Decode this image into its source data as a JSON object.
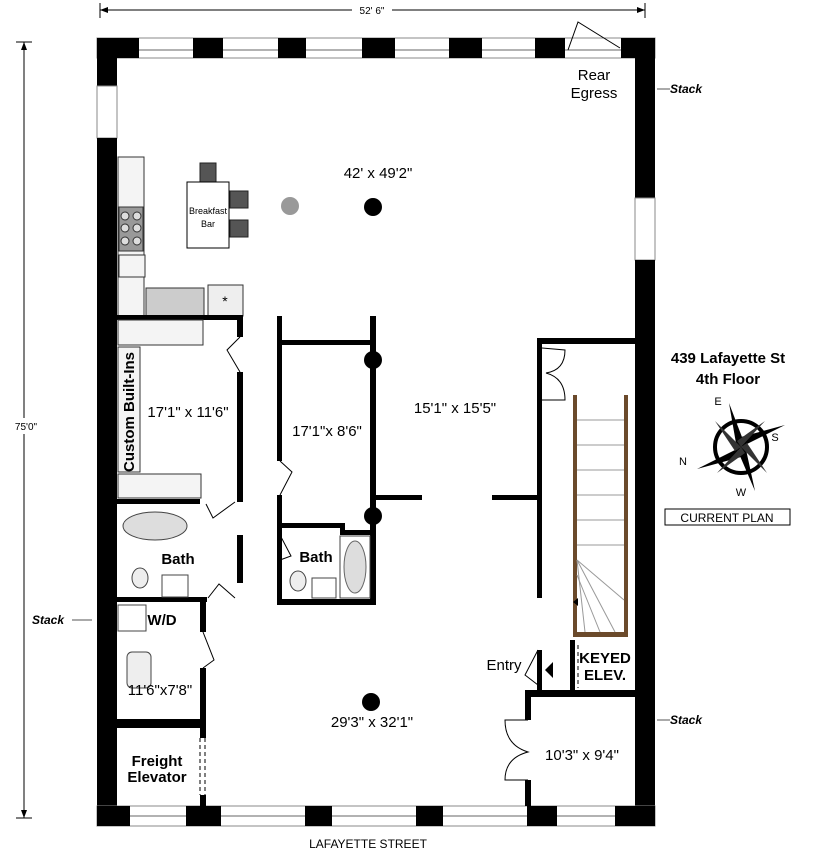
{
  "dimensions": {
    "width": "52' 6\"",
    "height": "75'0\""
  },
  "building": {
    "address": "439 Lafayette St",
    "floor": "4th Floor",
    "plan_label": "CURRENT PLAN",
    "street": "LAFAYETTE STREET"
  },
  "compass": {
    "e": "E",
    "s": "S",
    "n": "N",
    "w": "W"
  },
  "stack_labels": {
    "top_right": "Stack",
    "left": "Stack",
    "bottom_right": "Stack"
  },
  "rooms": {
    "rear_egress_1": "Rear",
    "rear_egress_2": "Egress",
    "main_living": "42' x 49'2\"",
    "breakfast_bar_1": "Breakfast",
    "breakfast_bar_2": "Bar",
    "bedroom1": "17'1\" x 11'6\"",
    "custom_built_ins": "Custom Built-Ins",
    "bedroom2": "17'1\"x 8'6\"",
    "center": "15'1\" x 15'5\"",
    "bath1": "Bath",
    "bath2": "Bath",
    "wd": "W/D",
    "laundry": "11'6\"x7'8\"",
    "freight_1": "Freight",
    "freight_2": "Elevator",
    "front_living": "29'3\" x 32'1\"",
    "entry": "Entry",
    "keyed_1": "KEYED",
    "keyed_2": "ELEV.",
    "front_room": "10'3\" x 9'4\""
  }
}
